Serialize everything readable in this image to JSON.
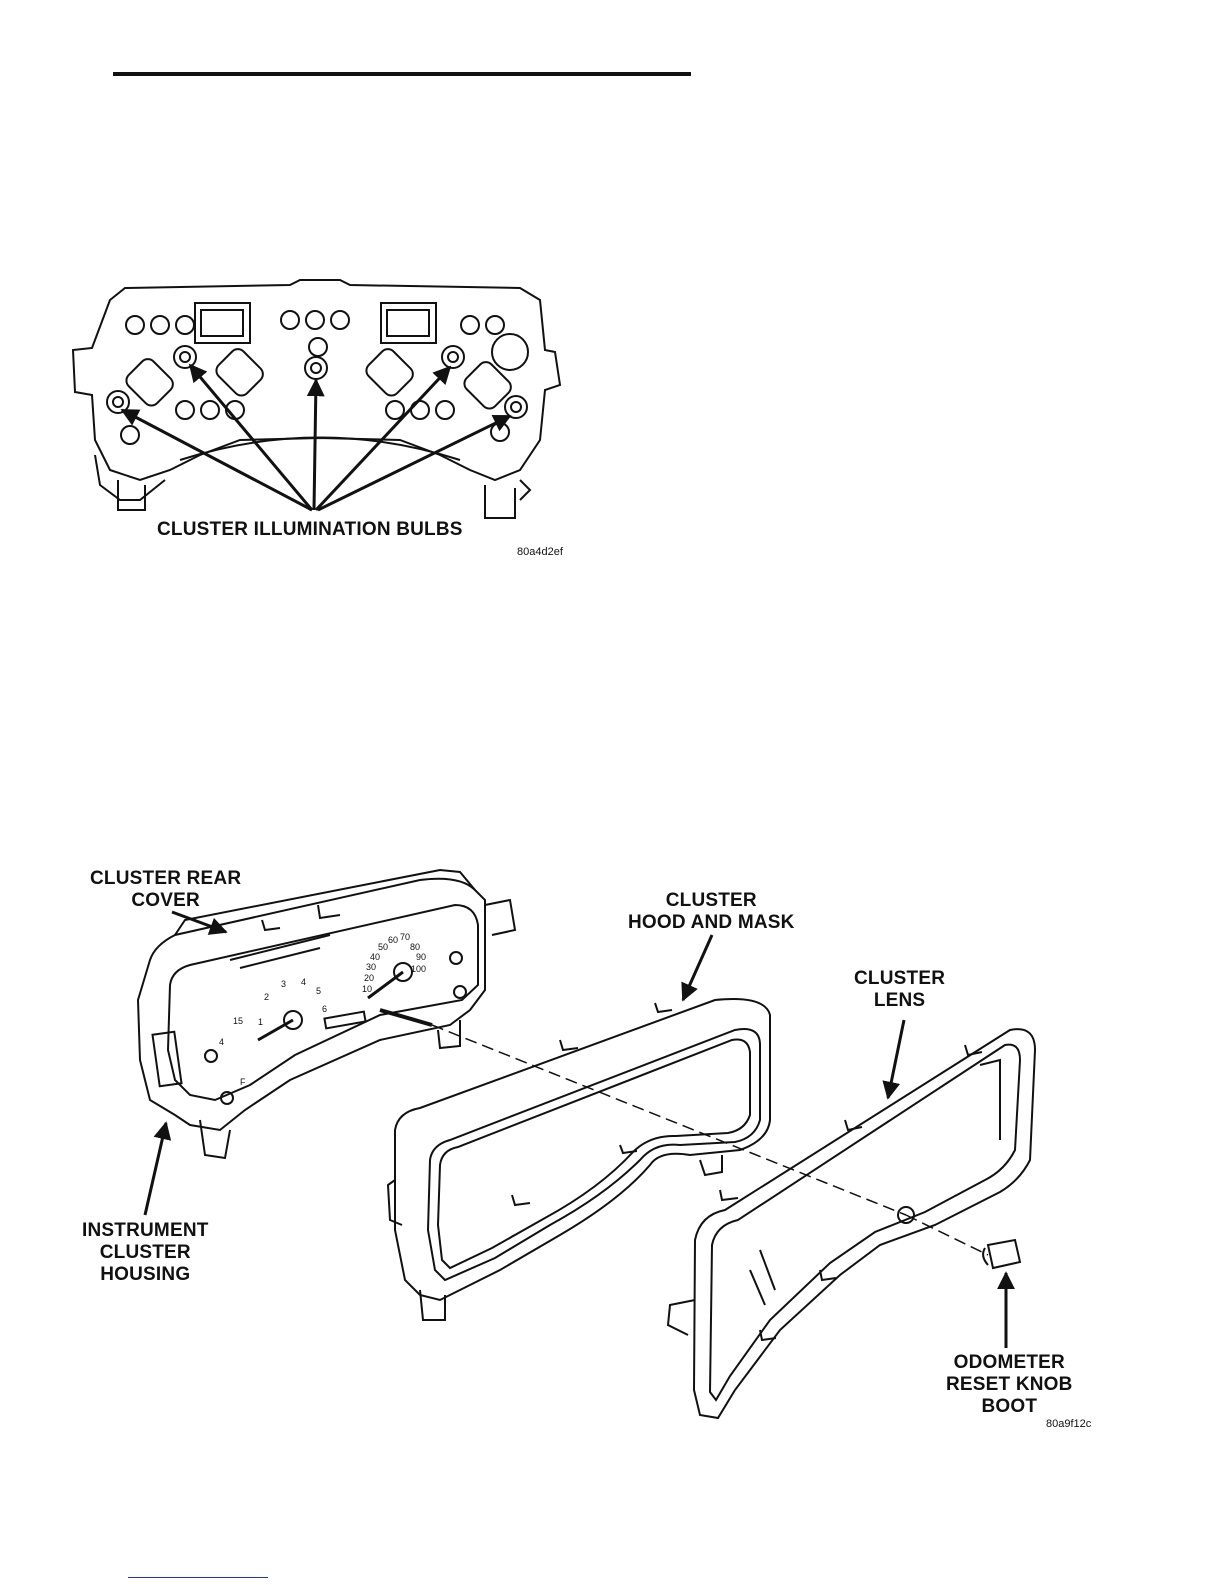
{
  "figure1": {
    "label": "CLUSTER ILLUMINATION BULBS",
    "code": "80a4d2ef"
  },
  "figure2": {
    "rear_cover_label": "CLUSTER REAR\nCOVER",
    "housing_label": "INSTRUMENT\nCLUSTER\nHOUSING",
    "hood_label": "CLUSTER\nHOOD AND MASK",
    "lens_label": "CLUSTER\nLENS",
    "knob_label": "ODOMETER\nRESET KNOB\nBOOT",
    "code": "80a9f12c",
    "speedo_ticks": [
      "10",
      "20",
      "30",
      "40",
      "50",
      "60",
      "70",
      "80",
      "90",
      "100"
    ],
    "tach_ticks": [
      "1",
      "2",
      "3",
      "4",
      "5",
      "6"
    ],
    "small_gauge_ticks": [
      "15",
      "4",
      "F"
    ]
  }
}
